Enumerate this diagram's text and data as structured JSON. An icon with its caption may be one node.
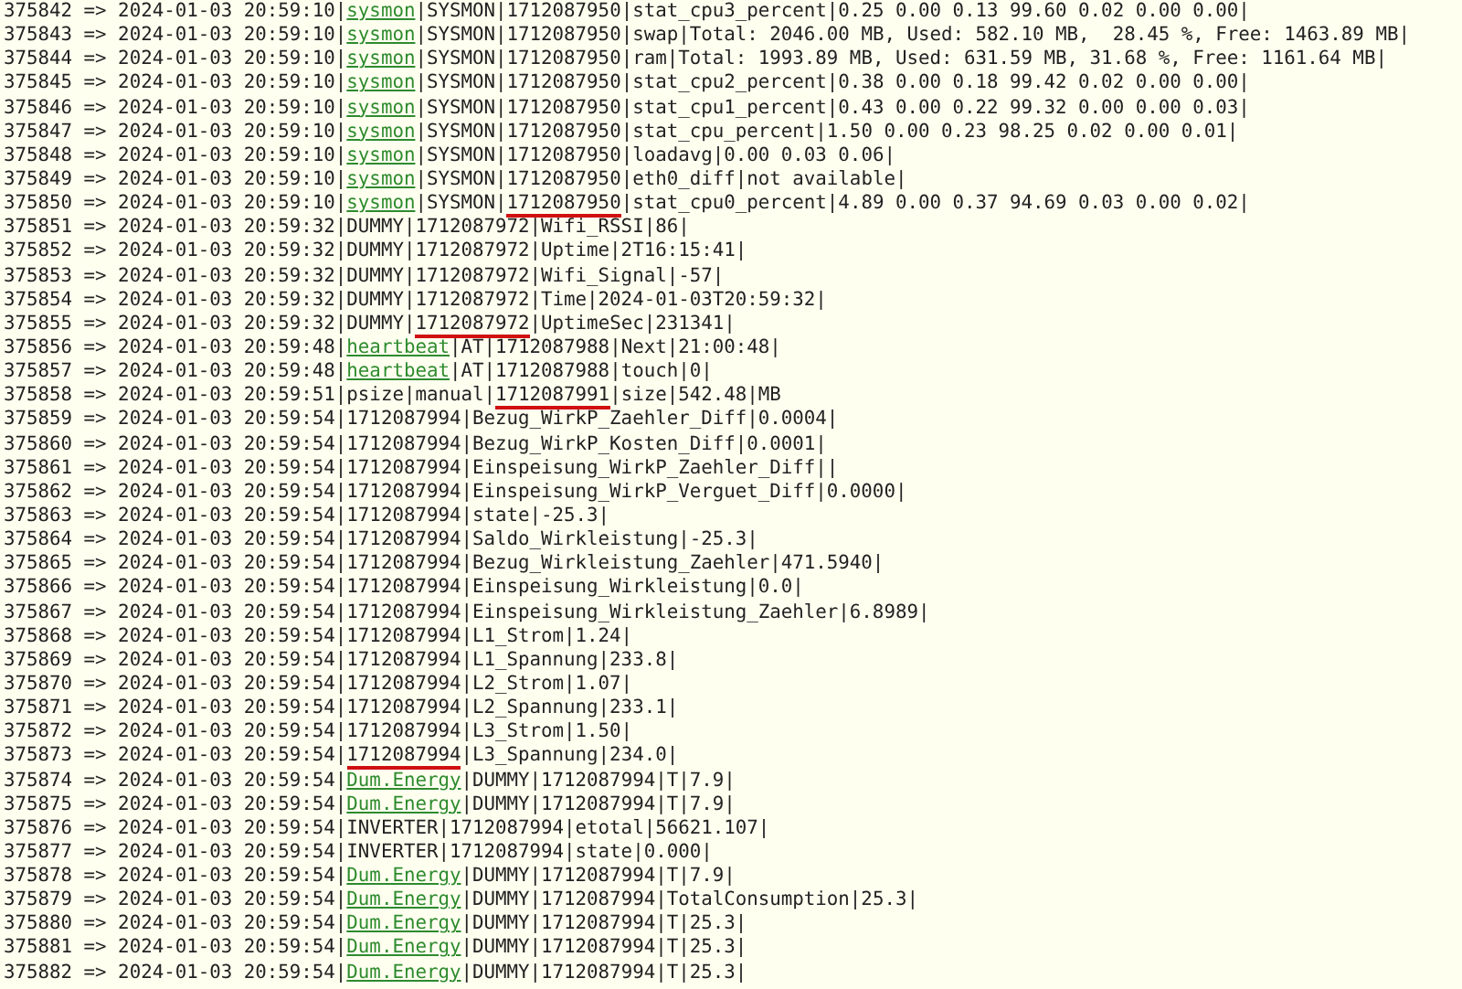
{
  "diagram": {
    "labels": [
      "375842 => 2024-01-03 20:59:10|",
      "sysmon",
      "|SYSMON|1712087950|stat_cpu3_percent|0.25 0.00 0.13 99.60 0.02 0.00 0.00|",
      "375843 => 2024-01-03 20:59:10|",
      "sysmon",
      "|SYSMON|1712087950|swap|Total: 2046.00 MB, Used: 582.10 MB,  28.45 %, Free: 1463.89 MB|",
      "375844 => 2024-01-03 20:59:10|",
      "sysmon",
      "|SYSMON|1712087950|ram|Total: 1993.89 MB, Used: 631.59 MB, 31.68 %, Free: 1161.64 MB|",
      "375845 => 2024-01-03 20:59:10|",
      "sysmon",
      "|SYSMON|1712087950|stat_cpu2_percent|0.38 0.00 0.18 99.42 0.02 0.00 0.00|",
      "375846 => 2024-01-03 20:59:10|",
      "sysmon",
      "|SYSMON|1712087950|stat_cpu1_percent|0.43 0.00 0.22 99.32 0.00 0.00 0.03|",
      "375847 => 2024-01-03 20:59:10|",
      "sysmon",
      "|SYSMON|1712087950|stat_cpu_percent|1.50 0.00 0.23 98.25 0.02 0.00 0.01|",
      "375848 => 2024-01-03 20:59:10|",
      "sysmon",
      "|SYSMON|1712087950|loadavg|0.00 0.03 0.06|",
      "375849 => 2024-01-03 20:59:10|",
      "sysmon",
      "|SYSMON|1712087950|eth0_diff|not available|",
      "375850 => 2024-01-03 20:59:10|",
      "sysmon",
      "|SYSMON|",
      "1712087950",
      "|stat_cpu0_percent|4.89 0.00 0.37 94.69 0.03 0.00 0.02|",
      "375851 => 2024-01-03 20:59:32|",
      "DUMMY|1712087972|Wifi_RSSI|86|",
      "375852 => 2024-01-03 20:59:32|",
      "DUMMY|1712087972|Uptime|2T16:15:41|",
      "375853 => 2024-01-03 20:59:32|",
      "DUMMY|1712087972|Wifi_Signal|-57|",
      "375854 => 2024-01-03 20:59:32|",
      "DUMMY|1712087972|Time|2024-01-03T20:59:32|",
      "375855 => 2024-01-03 20:59:32|",
      "DUMMY|",
      "1712087972",
      "|UptimeSec|231341|",
      "375856 => 2024-01-03 20:59:48|",
      "heartbeat",
      "|AT|1712087988|Next|21:00:48|",
      "375857 => 2024-01-03 20:59:48|",
      "heartbeat",
      "|AT|1712087988|touch|0|",
      "375858 => 2024-01-03 20:59:51|psize|manual|",
      "1712087991",
      "|size|542.48|MB",
      "375859 => 2024-01-03 20:59:54|",
      "1712087994|Bezug_WirkP_Zaehler_Diff|0.0004|",
      "375860 => 2024-01-03 20:59:54|",
      "1712087994|Bezug_WirkP_Kosten_Diff|0.0001|",
      "375861 => 2024-01-03 20:59:54|",
      "1712087994|Einspeisung_WirkP_Zaehler_Diff||",
      "375862 => 2024-01-03 20:59:54|",
      "1712087994|Einspeisung_WirkP_Verguet_Diff|0.0000|",
      "375863 => 2024-01-03 20:59:54|",
      "1712087994|state|-25.3|",
      "375864 => 2024-01-03 20:59:54|",
      "1712087994|Saldo_Wirkleistung|-25.3|",
      "375865 => 2024-01-03 20:59:54|",
      "1712087994|Bezug_Wirkleistung_Zaehler|471.5940|",
      "375866 => 2024-01-03 20:59:54|",
      "1712087994|Einspeisung_Wirkleistung|0.0|",
      "375867 => 2024-01-03 20:59:54|",
      "1712087994|Einspeisung_Wirkleistung_Zaehler|6.8989|",
      "375868 => 2024-01-03 20:59:54|",
      "1712087994|L1_Strom|1.24|",
      "375869 => 2024-01-03 20:59:54|",
      "1712087994|L1_Spannung|233.8|",
      "375870 => 2024-01-03 20:59:54|",
      "1712087994|L2_Strom|1.07|",
      "375871 => 2024-01-03 20:59:54|",
      "1712087994|L2_Spannung|233.1|",
      "375872 => 2024-01-03 20:59:54|",
      "1712087994|L3_Strom|1.50|",
      "375873 => 2024-01-03 20:59:54|",
      "1712087994",
      "|L3_Spannung|234.0|",
      "375874 => 2024-01-03 20:59:54|",
      "Dum.Energy",
      "|DUMMY|1712087994|T|7.9|",
      "375875 => 2024-01-03 20:59:54|",
      "Dum.Energy",
      "|DUMMY|1712087994|T|7.9|",
      "375876 => 2024-01-03 20:59:54|",
      "INVERTER|1712087994|etotal|56621.107|",
      "375877 => 2024-01-03 20:59:54|",
      "INVERTER|1712087994|state|0.000|",
      "375878 => 2024-01-03 20:59:54|",
      "Dum.Energy",
      "|DUMMY|1712087994|T|7.9|",
      "375879 => 2024-01-03 20:59:54|",
      "Dum.Energy",
      "|DUMMY|1712087994|TotalConsumption|25.3|",
      "375880 => 2024-01-03 20:59:54|",
      "Dum.Energy",
      "|DUMMY|1712087994|T|25.3|",
      "375881 => 2024-01-03 20:59:54|",
      "Dum.Energy",
      "|DUMMY|1712087994|T|25.3|",
      "375882 => 2024-01-03 20:59:54|",
      "Dum.Energy",
      "|DUMMY|1712087994|T|25.3|"
    ]
  }
}
